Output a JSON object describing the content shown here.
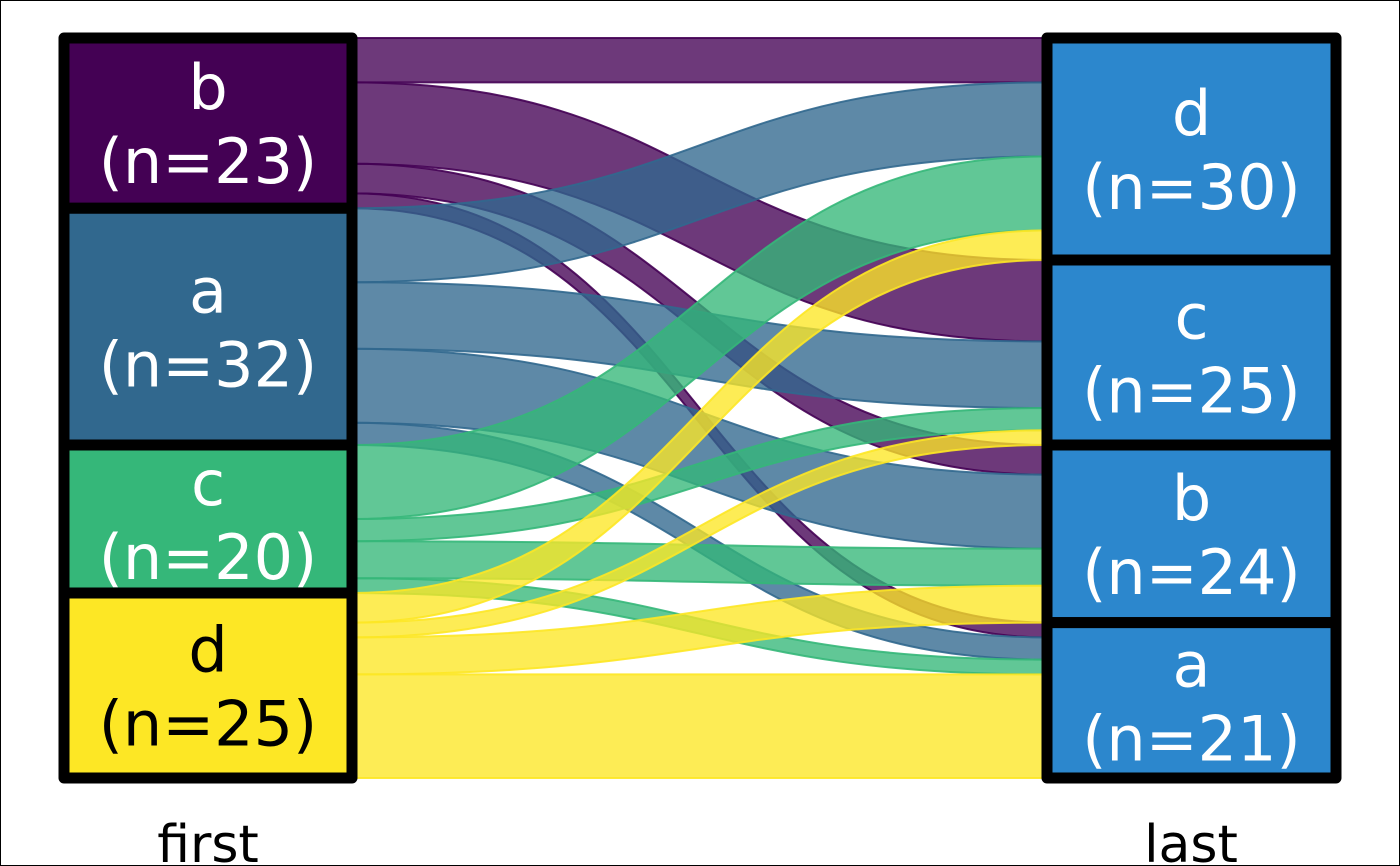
{
  "chart_data": {
    "type": "sankey",
    "axis_labels": [
      "first",
      "last"
    ],
    "left_nodes": [
      {
        "id": "b",
        "name": "b",
        "count_label": "(n=23)",
        "n": 23,
        "color": "#440154",
        "text_color": "#ffffff"
      },
      {
        "id": "a",
        "name": "a",
        "count_label": "(n=32)",
        "n": 32,
        "color": "#31688e",
        "text_color": "#ffffff"
      },
      {
        "id": "c",
        "name": "c",
        "count_label": "(n=20)",
        "n": 20,
        "color": "#35b779",
        "text_color": "#ffffff"
      },
      {
        "id": "d",
        "name": "d",
        "count_label": "(n=25)",
        "n": 25,
        "color": "#fde725",
        "text_color": "#000000"
      }
    ],
    "right_nodes": [
      {
        "id": "d",
        "name": "d",
        "count_label": "(n=30)",
        "n": 30,
        "color": "#2c87cd",
        "text_color": "#ffffff"
      },
      {
        "id": "c",
        "name": "c",
        "count_label": "(n=25)",
        "n": 25,
        "color": "#2c87cd",
        "text_color": "#ffffff"
      },
      {
        "id": "b",
        "name": "b",
        "count_label": "(n=24)",
        "n": 24,
        "color": "#2c87cd",
        "text_color": "#ffffff"
      },
      {
        "id": "a",
        "name": "a",
        "count_label": "(n=21)",
        "n": 21,
        "color": "#2c87cd",
        "text_color": "#ffffff"
      }
    ],
    "flows": [
      {
        "from": "b",
        "to": "d",
        "value": 6
      },
      {
        "from": "b",
        "to": "c",
        "value": 11
      },
      {
        "from": "b",
        "to": "b",
        "value": 4
      },
      {
        "from": "b",
        "to": "a",
        "value": 2
      },
      {
        "from": "a",
        "to": "d",
        "value": 10
      },
      {
        "from": "a",
        "to": "c",
        "value": 9
      },
      {
        "from": "a",
        "to": "b",
        "value": 10
      },
      {
        "from": "a",
        "to": "a",
        "value": 3
      },
      {
        "from": "c",
        "to": "d",
        "value": 10
      },
      {
        "from": "c",
        "to": "c",
        "value": 3
      },
      {
        "from": "c",
        "to": "b",
        "value": 5
      },
      {
        "from": "c",
        "to": "a",
        "value": 2
      },
      {
        "from": "d",
        "to": "d",
        "value": 4
      },
      {
        "from": "d",
        "to": "c",
        "value": 2
      },
      {
        "from": "d",
        "to": "b",
        "value": 5
      },
      {
        "from": "d",
        "to": "a",
        "value": 14
      }
    ]
  }
}
